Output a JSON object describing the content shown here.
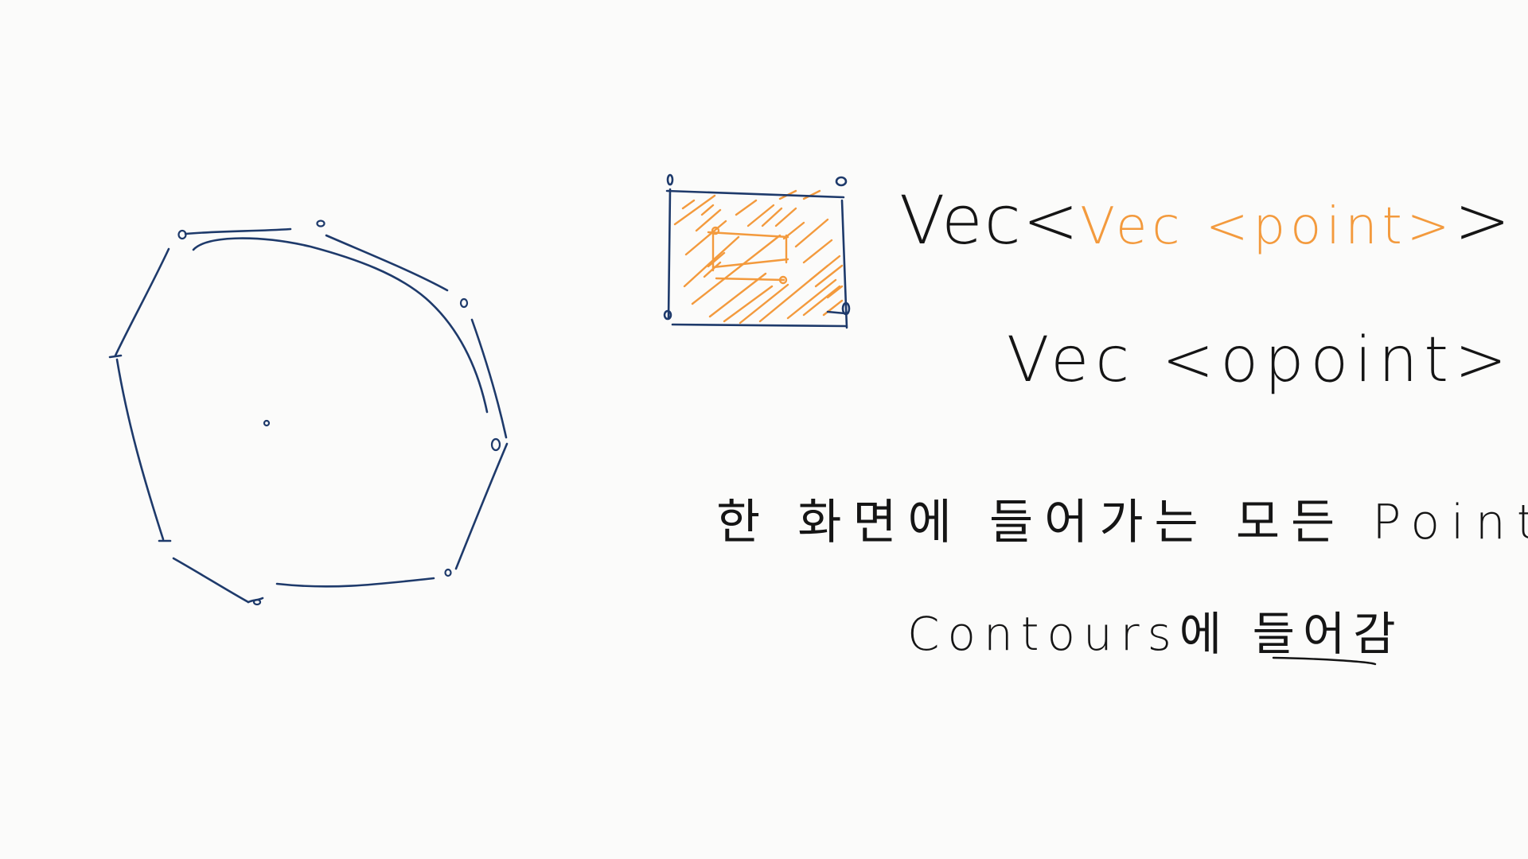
{
  "colors": {
    "background": "#fbfbfa",
    "navy_ink": "#1e3a6b",
    "orange_ink": "#f39a3d",
    "black_ink": "#151515"
  },
  "notes": {
    "line1": {
      "outer_prefix": "Vec",
      "open_bracket": "<",
      "inner_text": "Vec <point>",
      "close_bracket": ">"
    },
    "line2": "Vec <opoint>",
    "line3": "한 화면에 들어가는 모든 Point가",
    "line4": "Contours에 들어감"
  }
}
